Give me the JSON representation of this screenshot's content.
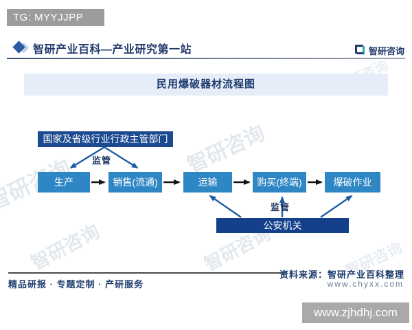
{
  "tag_bar": {
    "label": "TG: MYYJJPP"
  },
  "header": {
    "title": "智研产业百科—产业研究第一站",
    "logo_text": "智研咨询"
  },
  "title_bar": {
    "text": "民用爆破器材流程图"
  },
  "flowchart": {
    "top_regulator": "国家及省级行业行政主管部门",
    "supervise_top": "监管",
    "supervise_bottom": "监管",
    "process_steps": [
      "生产",
      "销售(流通)",
      "运输",
      "购买(终端)",
      "爆破作业"
    ],
    "bottom_regulator": "公安机关",
    "flow_edges": [
      "生产→销售(流通)",
      "销售(流通)→运输",
      "运输→购买(终端)",
      "购买(终端)→爆破作业",
      "国家及省级行业行政主管部门→生产(监管)",
      "国家及省级行业行政主管部门→销售(流通)(监管)",
      "公安机关→运输(监管)",
      "公安机关→购买(终端)(监管)",
      "公安机关→爆破作业(监管)"
    ]
  },
  "footer": {
    "services": "精品研报 · 专题定制 · 产研服务",
    "source": "资料来源：智研产业百科整理",
    "source_site": "www.chyxx.com",
    "overlay_site": "www.zjhdhj.com"
  },
  "watermark": {
    "text": "智研咨询"
  },
  "colors": {
    "regulator_box": "#1b4a90",
    "police_box": "#133f8b",
    "step_box": "#2e86c4",
    "arrow_blue": "#1d5ca5",
    "arrow_black": "#141414",
    "title_bar_bg": "#e6edf8",
    "navy_text": "#1e3c6e",
    "tag_bar_bg": "#9c9c9c",
    "overlay_bar_bg": "#a9a9a9"
  }
}
